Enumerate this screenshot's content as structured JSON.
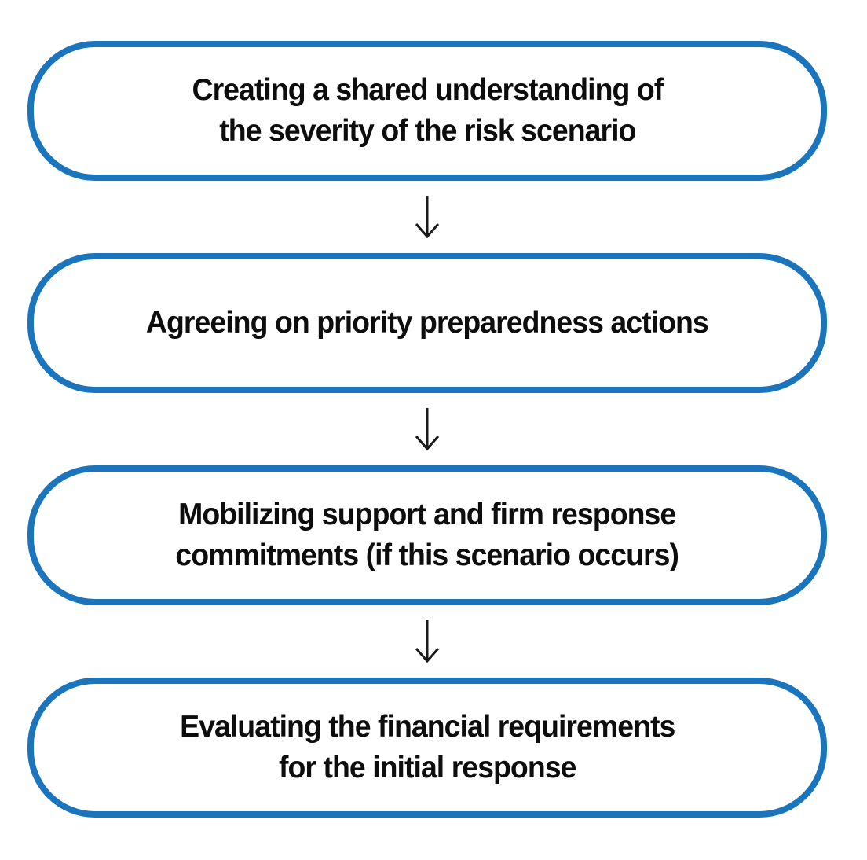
{
  "diagram": {
    "type": "vertical-flowchart",
    "background_color": "#ffffff",
    "box_border_color": "#1b75bc",
    "box_fill_color": "#ffffff",
    "text_color": "#0d0d0d",
    "arrow_color": "#1a1a1a",
    "connector_icon": "down-arrow",
    "steps": [
      {
        "text": "Creating a shared understanding of\nthe severity of the risk scenario"
      },
      {
        "text": "Agreeing on priority preparedness actions"
      },
      {
        "text": "Mobilizing support and firm response\ncommitments (if this scenario occurs)"
      },
      {
        "text": "Evaluating the financial requirements\nfor the initial response"
      }
    ]
  }
}
